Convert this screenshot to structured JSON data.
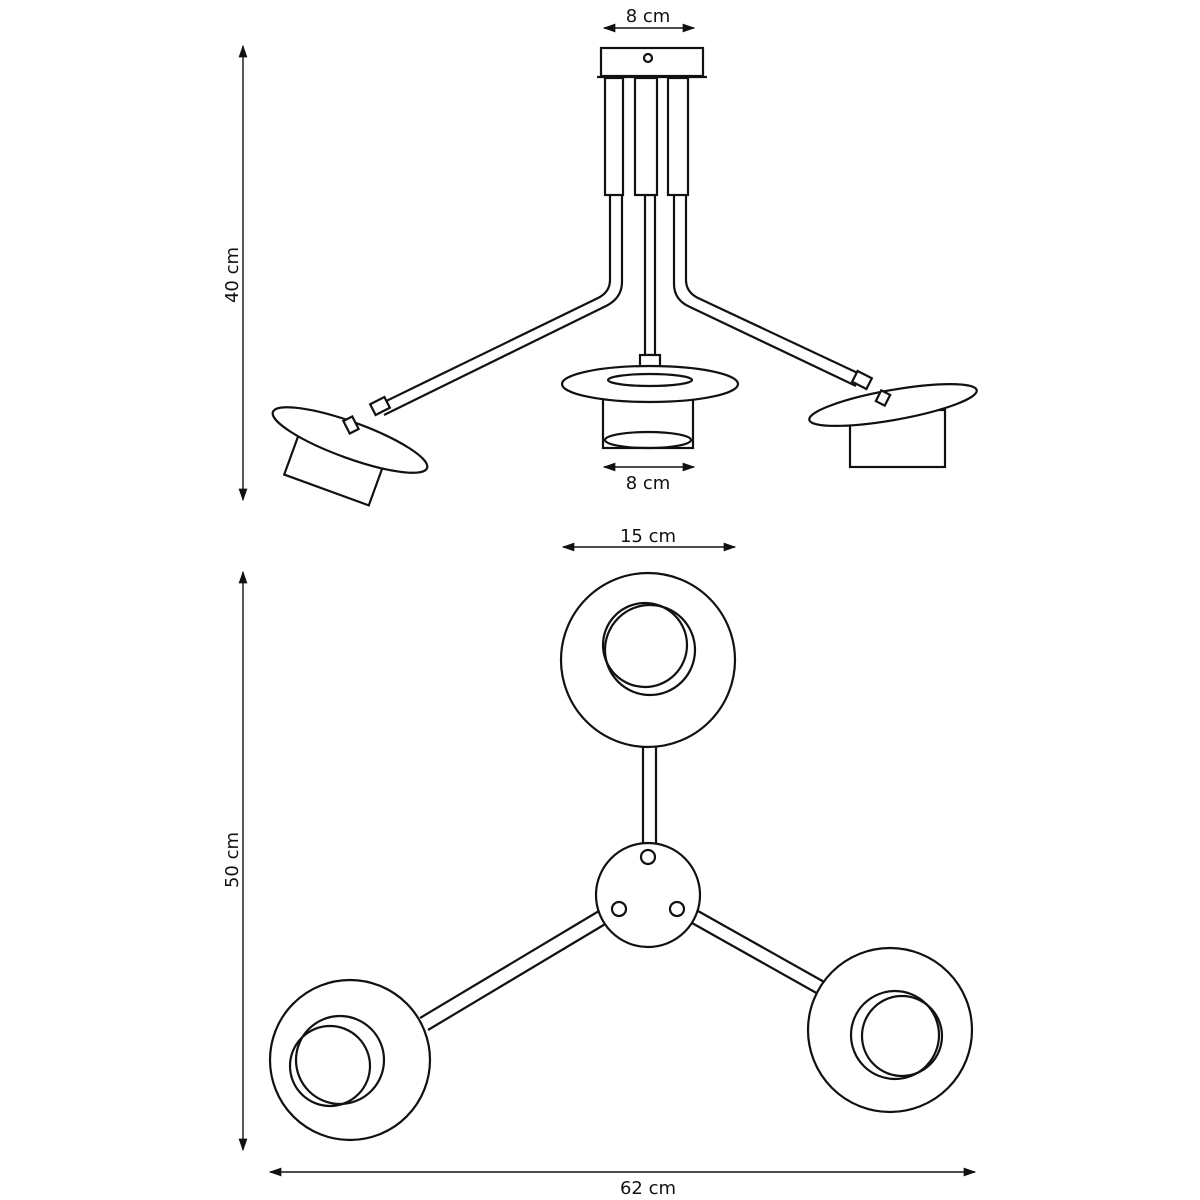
{
  "title": "Lamp dimensions drawing",
  "dimensions": {
    "canopy_width": "8 cm",
    "height": "40 cm",
    "shade_cylinder_width": "8 cm",
    "shade_disc_width": "15 cm",
    "depth": "50 cm",
    "total_width": "62 cm"
  }
}
